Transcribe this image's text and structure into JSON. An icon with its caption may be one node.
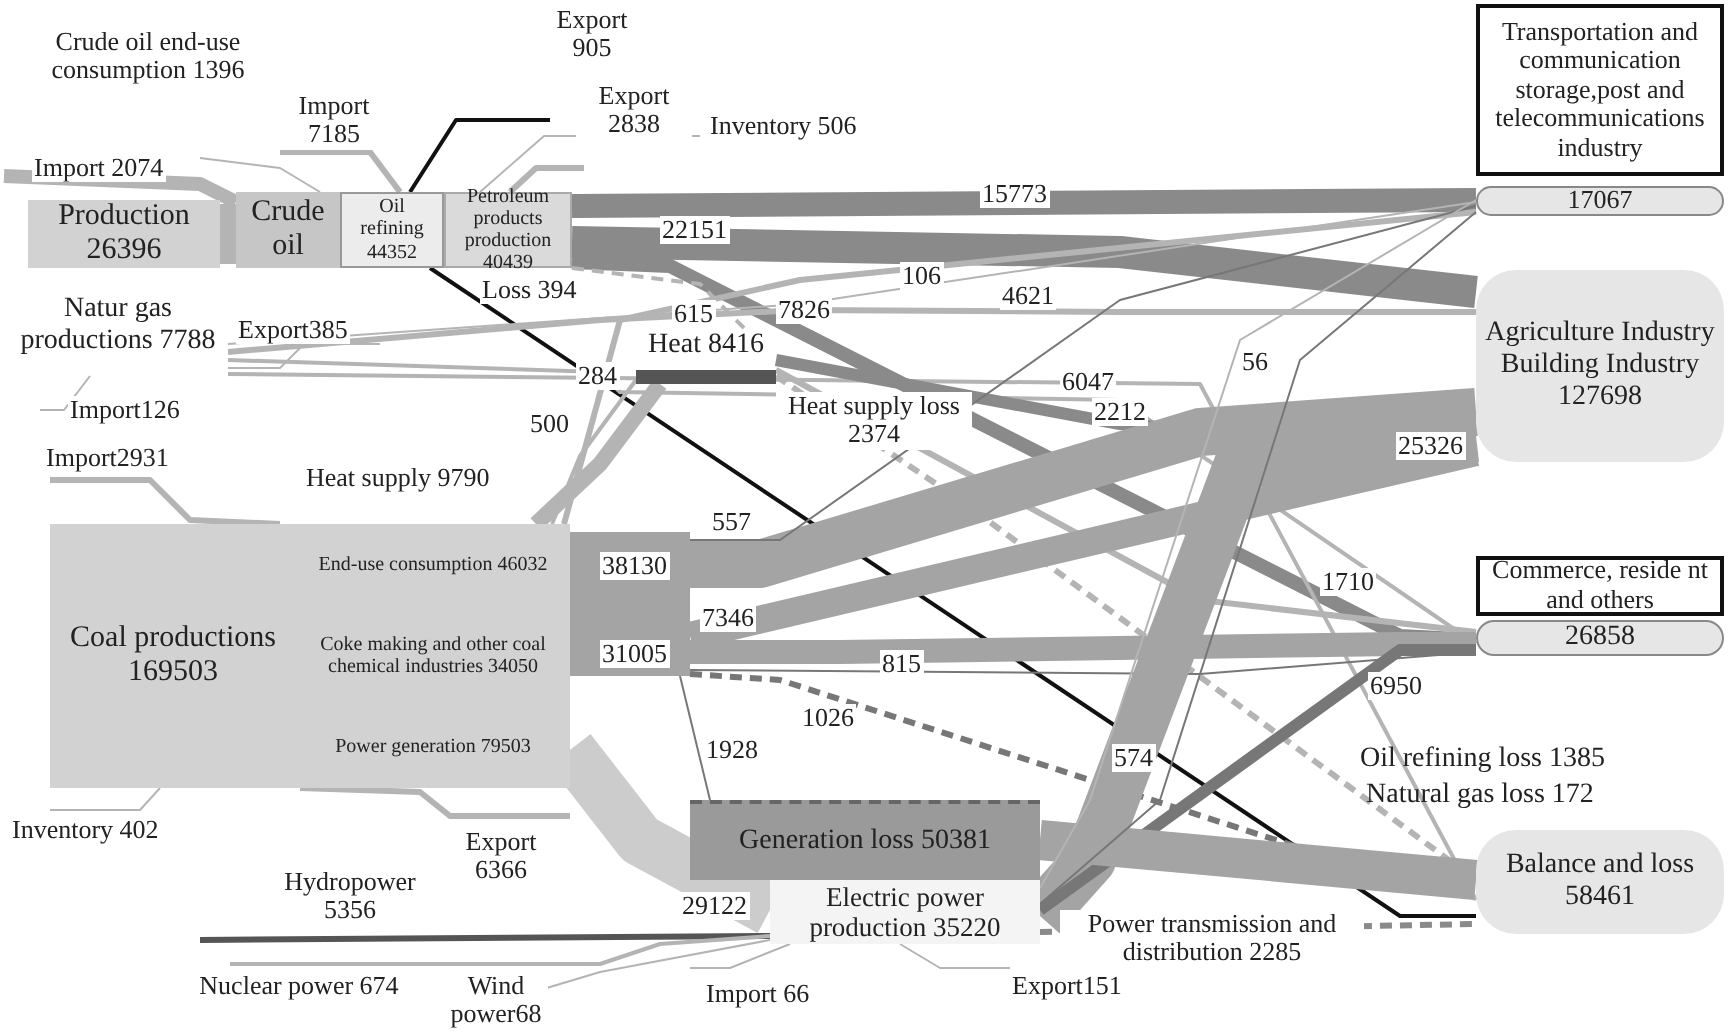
{
  "diagram": {
    "nodes": [
      {
        "text": [
          "Production 26396"
        ]
      },
      {
        "text": [
          "Crude oil"
        ]
      },
      {
        "text": [
          "Oil refining 44352"
        ]
      },
      {
        "text": [
          "Petroleum products production 40439"
        ]
      },
      {
        "text": [
          "Natur gas productions 7788"
        ]
      },
      {
        "text": [
          "Coal productions 169503"
        ]
      },
      {
        "text": [
          "End-use consumption 46032",
          "Coke making and other coal chemical industries 34050",
          "Power generation 79503"
        ]
      },
      {
        "text": [
          "Heat 8416"
        ]
      },
      {
        "text": [],
        "shape": "box"
      },
      {
        "text": [
          "Generation loss 50381"
        ]
      },
      {
        "text": [
          "Electric power production 35220"
        ]
      },
      {
        "text": [
          "Transportation and communication storage,post and telecommunications industry"
        ]
      },
      {
        "text": [
          "17067"
        ]
      },
      {
        "text": [
          "Agriculture Industry Building Industry 127698"
        ]
      },
      {
        "text": [
          "Commerce, reside nt and others"
        ]
      },
      {
        "text": [
          "26858"
        ]
      },
      {
        "text": [
          "Balance and loss 58461"
        ]
      }
    ],
    "edges": [
      {
        "from": null,
        "to": 1,
        "arrow": "none",
        "label": "Import 2074",
        "style": "thick"
      },
      {
        "from": 0,
        "to": 1,
        "arrow": "none",
        "style": "thick"
      },
      {
        "from": null,
        "to": 2,
        "arrow": "none",
        "label": "Import 7185"
      },
      {
        "from": 1,
        "to": null,
        "arrow": "none",
        "label": "Crude oil end-use consumption 1396"
      },
      {
        "from": 2,
        "to": null,
        "arrow": "none",
        "label": "Export 905",
        "color": "#111111"
      },
      {
        "from": 3,
        "to": null,
        "arrow": "none",
        "label": "Export 2838"
      },
      {
        "from": 3,
        "to": null,
        "arrow": "none",
        "label": "Inventory 506"
      },
      {
        "from": 3,
        "to": 12,
        "arrow": "none",
        "label": "15773",
        "color": "#8a8a8a",
        "style": "thick"
      },
      {
        "from": 3,
        "to": 13,
        "arrow": "none",
        "label": "22151",
        "color": "#8a8a8a",
        "style": "thick"
      },
      {
        "from": 3,
        "to": 15,
        "arrow": "none",
        "label": "7826",
        "color": "#8a8a8a",
        "style": "thick"
      },
      {
        "from": 2,
        "to": 16,
        "arrow": "none",
        "label": "Loss 394",
        "color": "#111111"
      },
      {
        "from": 4,
        "to": 12,
        "arrow": "none",
        "label": "106"
      },
      {
        "from": 4,
        "to": 13,
        "arrow": "none",
        "label": "4621"
      },
      {
        "from": 4,
        "to": 15,
        "arrow": "none",
        "label": "6047"
      },
      {
        "from": 4,
        "to": null,
        "arrow": "none",
        "label": "Export385"
      },
      {
        "from": null,
        "to": 4,
        "arrow": "none",
        "label": "Import126"
      },
      {
        "from": 4,
        "to": 16,
        "arrow": "none"
      },
      {
        "from": 3,
        "to": 7,
        "arrow": "none",
        "label": "615",
        "style": "dashed"
      },
      {
        "from": 6,
        "to": 7,
        "arrow": "none",
        "label": "Heat supply 9790",
        "style": "thick"
      },
      {
        "from": 7,
        "to": 16,
        "arrow": "none",
        "label": "Heat supply loss 2374",
        "style": "dashed"
      },
      {
        "from": 6,
        "to": 12,
        "arrow": "none",
        "label": "500"
      },
      {
        "from": 6,
        "to": 7,
        "arrow": "none",
        "label": "284"
      },
      {
        "from": 7,
        "to": 13,
        "arrow": "none",
        "label": "2212",
        "color": "#8a8a8a",
        "style": "thick"
      },
      {
        "from": 7,
        "to": 15,
        "arrow": "none",
        "label": "1710"
      },
      {
        "from": 8,
        "to": 13,
        "arrow": "none",
        "label": "38130",
        "color": "#a4a4a4",
        "style": "thick"
      },
      {
        "from": 8,
        "to": 13,
        "arrow": "none",
        "label": "7346",
        "color": "#a4a4a4",
        "style": "thick"
      },
      {
        "from": 8,
        "to": 15,
        "arrow": "none",
        "label": "31005",
        "color": "#a4a4a4",
        "style": "thick"
      },
      {
        "from": 8,
        "to": 12,
        "arrow": "none",
        "label": "557",
        "color": "#777777"
      },
      {
        "from": 8,
        "to": 15,
        "arrow": "none",
        "label": "815",
        "color": "#777777"
      },
      {
        "from": 8,
        "to": 16,
        "arrow": "none",
        "label": "1026",
        "style": "dashed",
        "color": "#777777"
      },
      {
        "from": 8,
        "to": 9,
        "arrow": "none",
        "label": "1928",
        "color": "#777777"
      },
      {
        "from": 6,
        "to": 10,
        "arrow": "none",
        "label": "29122",
        "color": "#cccccc",
        "style": "thick"
      },
      {
        "from": null,
        "to": 5,
        "arrow": "none",
        "label": "Import2931"
      },
      {
        "from": 5,
        "to": null,
        "arrow": "none",
        "label": "Inventory 402"
      },
      {
        "from": 6,
        "to": null,
        "arrow": "none",
        "label": "Export 6366"
      },
      {
        "from": null,
        "to": 10,
        "arrow": "none",
        "label": "Hydropower 5356",
        "color": "#555555"
      },
      {
        "from": null,
        "to": 10,
        "arrow": "none",
        "label": "Nuclear power 674"
      },
      {
        "from": null,
        "to": 10,
        "arrow": "none",
        "label": "Wind power68"
      },
      {
        "from": null,
        "to": 10,
        "arrow": "none",
        "label": "Import 66"
      },
      {
        "from": 10,
        "to": null,
        "arrow": "none",
        "label": "Export151"
      },
      {
        "from": 10,
        "to": 13,
        "arrow": "none",
        "label": "25326",
        "color": "#a4a4a4",
        "style": "thick"
      },
      {
        "from": 10,
        "to": 15,
        "arrow": "none",
        "label": "6950",
        "color": "#777777",
        "style": "thick"
      },
      {
        "from": 10,
        "to": 16,
        "arrow": "none",
        "label": "Power transmission and distribution 2285",
        "style": "dashed",
        "color": "#8a8a8a"
      },
      {
        "from": 9,
        "to": 16,
        "arrow": "none",
        "color": "#a4a4a4",
        "style": "thick"
      },
      {
        "from": 10,
        "to": 12,
        "arrow": "none",
        "label": "574",
        "color": "#777777"
      },
      {
        "from": 10,
        "to": 12,
        "arrow": "none",
        "label": "56"
      }
    ],
    "labels": [
      "Oil refining loss 1385",
      "Natural gas loss 172"
    ]
  }
}
